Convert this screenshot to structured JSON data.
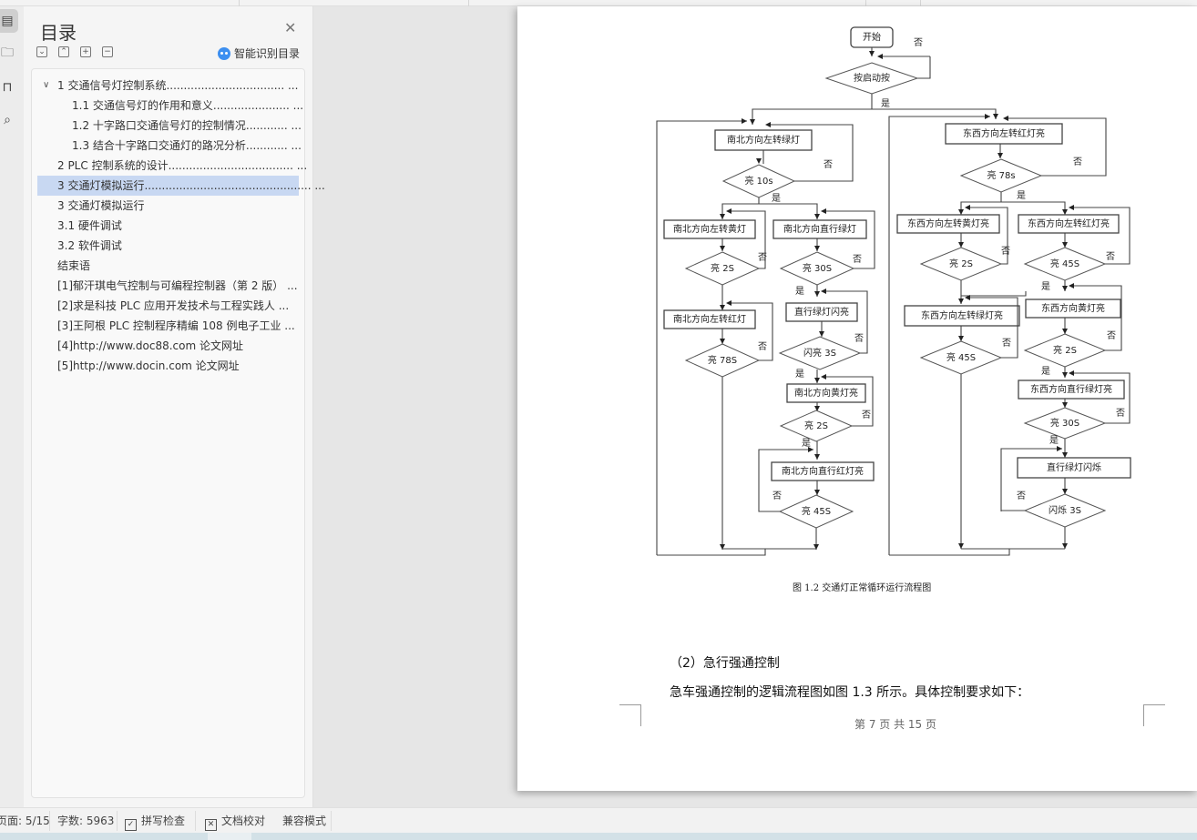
{
  "toc": {
    "title": "目录",
    "smart_label": "智能识别目录",
    "items": [
      {
        "label": "1 交通信号灯控制系统.................................. ...",
        "level": 0,
        "expanded": true,
        "selected": false
      },
      {
        "label": "1.1 交通信号灯的作用和意义...................... ...",
        "level": 1,
        "selected": false
      },
      {
        "label": "1.2 十字路口交通信号灯的控制情况............ ...",
        "level": 1,
        "selected": false
      },
      {
        "label": "1.3 结合十字路口交通灯的路况分析............ ...",
        "level": 1,
        "selected": false
      },
      {
        "label": "2 PLC 控制系统的设计.................................... ...",
        "level": 0,
        "selected": false
      },
      {
        "label": "3 交通灯模拟运行................................................ ...",
        "level": 0,
        "selected": true
      },
      {
        "label": "3 交通灯模拟运行",
        "level": 0,
        "selected": false
      },
      {
        "label": "3.1 硬件调试",
        "level": 0,
        "selected": false
      },
      {
        "label": "3.2 软件调试",
        "level": 0,
        "selected": false
      },
      {
        "label": "结束语",
        "level": 0,
        "selected": false
      },
      {
        "label": "[1]郁汗琪电气控制与可编程控制器（第 2 版） ...",
        "level": 0,
        "selected": false
      },
      {
        "label": "[2]求是科技 PLC 应用开发技术与工程实践人 ...",
        "level": 0,
        "selected": false
      },
      {
        "label": "[3]王阿根 PLC 控制程序精编 108 例电子工业 ...",
        "level": 0,
        "selected": false
      },
      {
        "label": "[4]http://www.doc88.com 论文网址",
        "level": 0,
        "selected": false
      },
      {
        "label": "[5]http://www.docin.com 论文网址",
        "level": 0,
        "selected": false
      }
    ]
  },
  "rail_icons": [
    "toc-icon",
    "outline-icon",
    "bookmark-icon",
    "search-icon"
  ],
  "flowchart": {
    "start": "开始",
    "start_decision": "按启动按",
    "yes": "是",
    "no": "否",
    "ns": {
      "left_green": "南北方向左转绿灯",
      "left_green_t": "亮 10s",
      "left_yellow": "南北方向左转黄灯",
      "left_yellow_t": "亮 2S",
      "left_red": "南北方向左转红灯",
      "left_red_t": "亮 78S",
      "straight_green": "南北方向直行绿灯",
      "straight_green_t": "亮 30S",
      "straight_flash": "直行绿灯闪亮",
      "straight_flash_t": "闪亮 3S",
      "yellow": "南北方向黄灯亮",
      "yellow_t": "亮 2S",
      "straight_red": "南北方向直行红灯亮",
      "straight_red_t": "亮 45S"
    },
    "ew": {
      "left_red": "东西方向左转红灯亮",
      "left_red_t": "亮 78s",
      "left_yellow": "东西方向左转黄灯亮",
      "left_yellow_t": "亮 2S",
      "left_green": "东西方向左转绿灯亮",
      "left_green_t": "亮 45S",
      "left_red2": "东西方向左转红灯亮",
      "left_red2_t": "亮 45S",
      "yellow": "东西方向黄灯亮",
      "yellow_t": "亮 2S",
      "straight_green": "东西方向直行绿灯亮",
      "straight_green_t": "亮 30S",
      "straight_flash": "直行绿灯闪烁",
      "straight_flash_t": "闪烁 3S"
    }
  },
  "document": {
    "figure_caption": "图 1.2  交通灯正常循环运行流程图",
    "section_heading": "（2）急行强通控制",
    "paragraph": "急车强通控制的逻辑流程图如图 1.3 所示。具体控制要求如下：",
    "page_footer": "第 7 页 共 15 页"
  },
  "statusbar": {
    "page": "页面: 5/15",
    "words": "字数: 5963",
    "spell_check": "拼写检查",
    "doc_proof": "文档校对",
    "compat_mode": "兼容模式"
  }
}
